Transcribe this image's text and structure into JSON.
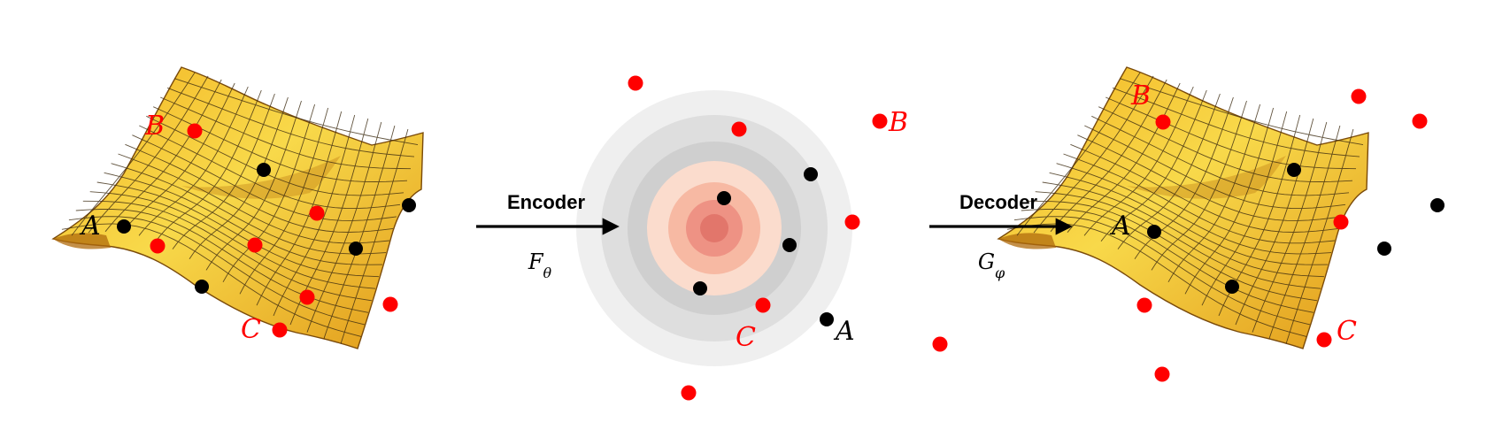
{
  "labels": {
    "A": "A",
    "B": "B",
    "C": "C"
  },
  "encoder": {
    "label": "Encoder",
    "symbol": "F",
    "subscript": "θ"
  },
  "decoder": {
    "label": "Decoder",
    "symbol": "G",
    "subscript": "φ"
  },
  "colors": {
    "surface_light": "#f7d13a",
    "surface_dark": "#d78a10",
    "grid_line": "#3b2a10",
    "point_in": "#000000",
    "point_out": "#ff0000",
    "label_out": "#ff0000",
    "label_in": "#000000",
    "ring_1": "#efefef",
    "ring_2": "#dcdcdc",
    "ring_3": "#c9c9c9",
    "core_1": "#f9c9b5",
    "core_2": "#f3a58f",
    "core_3": "#e5786c"
  }
}
